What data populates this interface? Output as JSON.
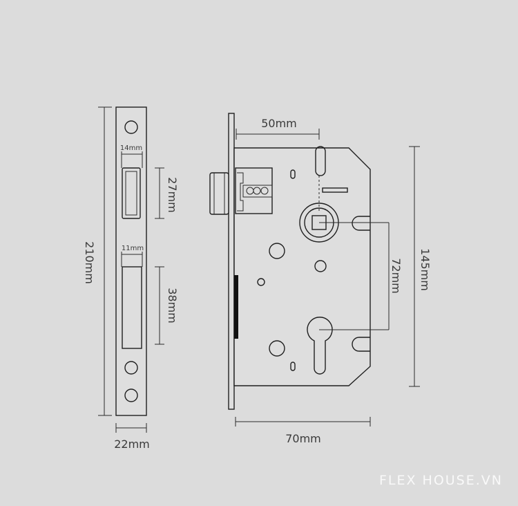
{
  "dimensions": {
    "strike_height": "210mm",
    "strike_width": "22mm",
    "latch_width": "14mm",
    "latch_height": "27mm",
    "bolt_width": "11mm",
    "bolt_height": "38mm",
    "backset": "50mm",
    "body_height": "145mm",
    "center_distance": "72mm",
    "body_width": "70mm"
  },
  "watermark": "FLEX HOUSE.VN"
}
